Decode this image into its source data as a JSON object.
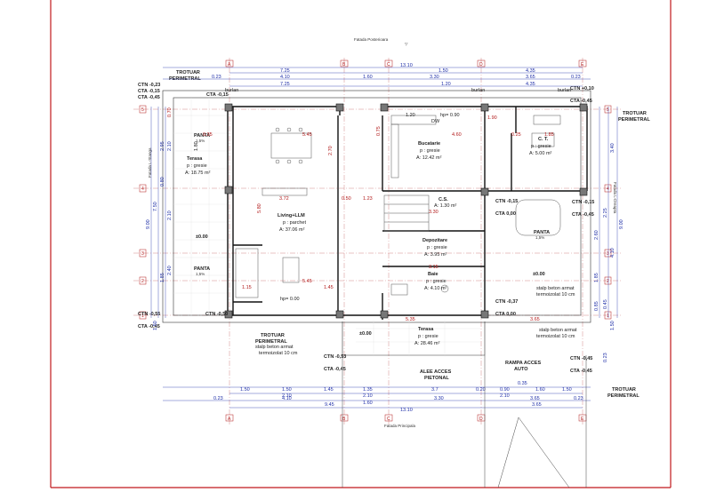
{
  "facade_back": "Fatada Posterioara",
  "facade_front": "Fatada Principala",
  "facade_left": "Fatada L-Stanga",
  "facade_right": "Fatada L-Dreapta",
  "axes_letters": [
    "A",
    "B",
    "C",
    "D",
    "E"
  ],
  "axes_numbers": [
    "5",
    "4",
    "3",
    "2",
    "1"
  ],
  "rooms": {
    "terasa_left": {
      "name": "Terasa",
      "floor": "p : gresie",
      "area": "A: 18.75 m²"
    },
    "living": {
      "name": "Living+LLM",
      "floor": "p : parchet",
      "area": "A: 37.06 m²"
    },
    "bucatarie": {
      "name": "Bucatarie",
      "floor": "p : gresie",
      "area": "A: 12.42 m²"
    },
    "ct": {
      "name": "C. T.",
      "floor": "p : gresie",
      "area": "A: 5.00 m²"
    },
    "cs": {
      "name": "C.S.",
      "area": "A: 1.30 m²"
    },
    "depozitare": {
      "name": "Depozitare",
      "floor": "p : gresie",
      "area": "A: 3.95 m²"
    },
    "baie": {
      "name": "Baie",
      "floor": "p : gresie",
      "area": "A: 4.10 m²"
    },
    "terasa_front": {
      "name": "Terasa",
      "floor": "p : gresie",
      "area": "A: 28.46 m²"
    }
  },
  "labels": {
    "trotuar": "TROTUAR",
    "perimetral": "PERIMETRAL",
    "burlan": "burlan",
    "panta": "PANTA",
    "panta_val": "1,5%",
    "stalp_1": "stalp beton armat",
    "stalp_2": "termoizolat 10 cm",
    "alee_1": "ALEE ACCES",
    "alee_2": "PIETONAL",
    "rampa_1": "RAMPA ACCES",
    "rampa_2": "AUTO",
    "zero": "±0.00",
    "hp": "hp= 0.00",
    "hp2": "hp= 0.90",
    "dw": "DW"
  },
  "levels": {
    "ctn_023": "CTN -0,23",
    "cta_015": "CTA -0,15",
    "cta_045": "CTA -0,45",
    "ctn_010": "CTN +0,10",
    "ctn_053": "CTN -0,53",
    "ctn_055": "CTN -0,55",
    "ctn_050": "CTN -0,50",
    "ctn_037": "CTN -0,37",
    "ctn_015": "CTN -0,15",
    "cta_000": "CTA 0,00",
    "ctn_0": "CTN",
    "ctn_045": "CTN -0,45"
  },
  "dims_top": {
    "total": "13.10",
    "a": "7.25",
    "b": "1.50",
    "c": "4.35",
    "d": "0.23",
    "e": "4.10",
    "f": "1.60",
    "g": "3.30",
    "h": "3.65",
    "i": "0.23",
    "j": "7.25",
    "k": "1.20",
    "l": "4.35"
  },
  "dims_bottom": {
    "a": "1.50",
    "b": "1.50",
    "c": "1.35",
    "d": "0.35",
    "e": "1.60",
    "f": "2.10",
    "g": "1.45",
    "h": "2.10",
    "i": "3.7",
    "j": "0.20",
    "k": "0.90",
    "l": "2.10",
    "m": "1.50",
    "n": "0.23",
    "o": "4.10",
    "p": "1.60",
    "q": "3.30",
    "r": "3.65",
    "s": "0.23",
    "t": "9.45",
    "u": "13.10",
    "v": "3.65"
  },
  "dims_left": [
    "9.00",
    "7.50",
    "2.95",
    "2.10",
    "1.80",
    "2.10",
    "0.80",
    "2.40",
    "1.85",
    "1.50",
    "0.70"
  ],
  "dims_right": [
    "9.00",
    "2.25",
    "3.40",
    "2.60",
    "4.10",
    "0.85",
    "0.45",
    "1.85",
    "1.50",
    "0.23"
  ],
  "dims_inner": {
    "d545a": "5.45",
    "d545b": "5.45",
    "d460": "4.60",
    "d190": "1.90",
    "d185": "1.85",
    "d372": "3.72",
    "d050": "0.50",
    "d123": "1.23",
    "d330": "3.30",
    "d315": "3.15",
    "d115": "1.15",
    "d145": "1.45",
    "d535": "5.35",
    "d365": "3.65",
    "d120": "1.20",
    "d025": "0.25",
    "d035": "0.35",
    "d075": "0.75",
    "d270": "2.70",
    "d580": "5.80"
  }
}
